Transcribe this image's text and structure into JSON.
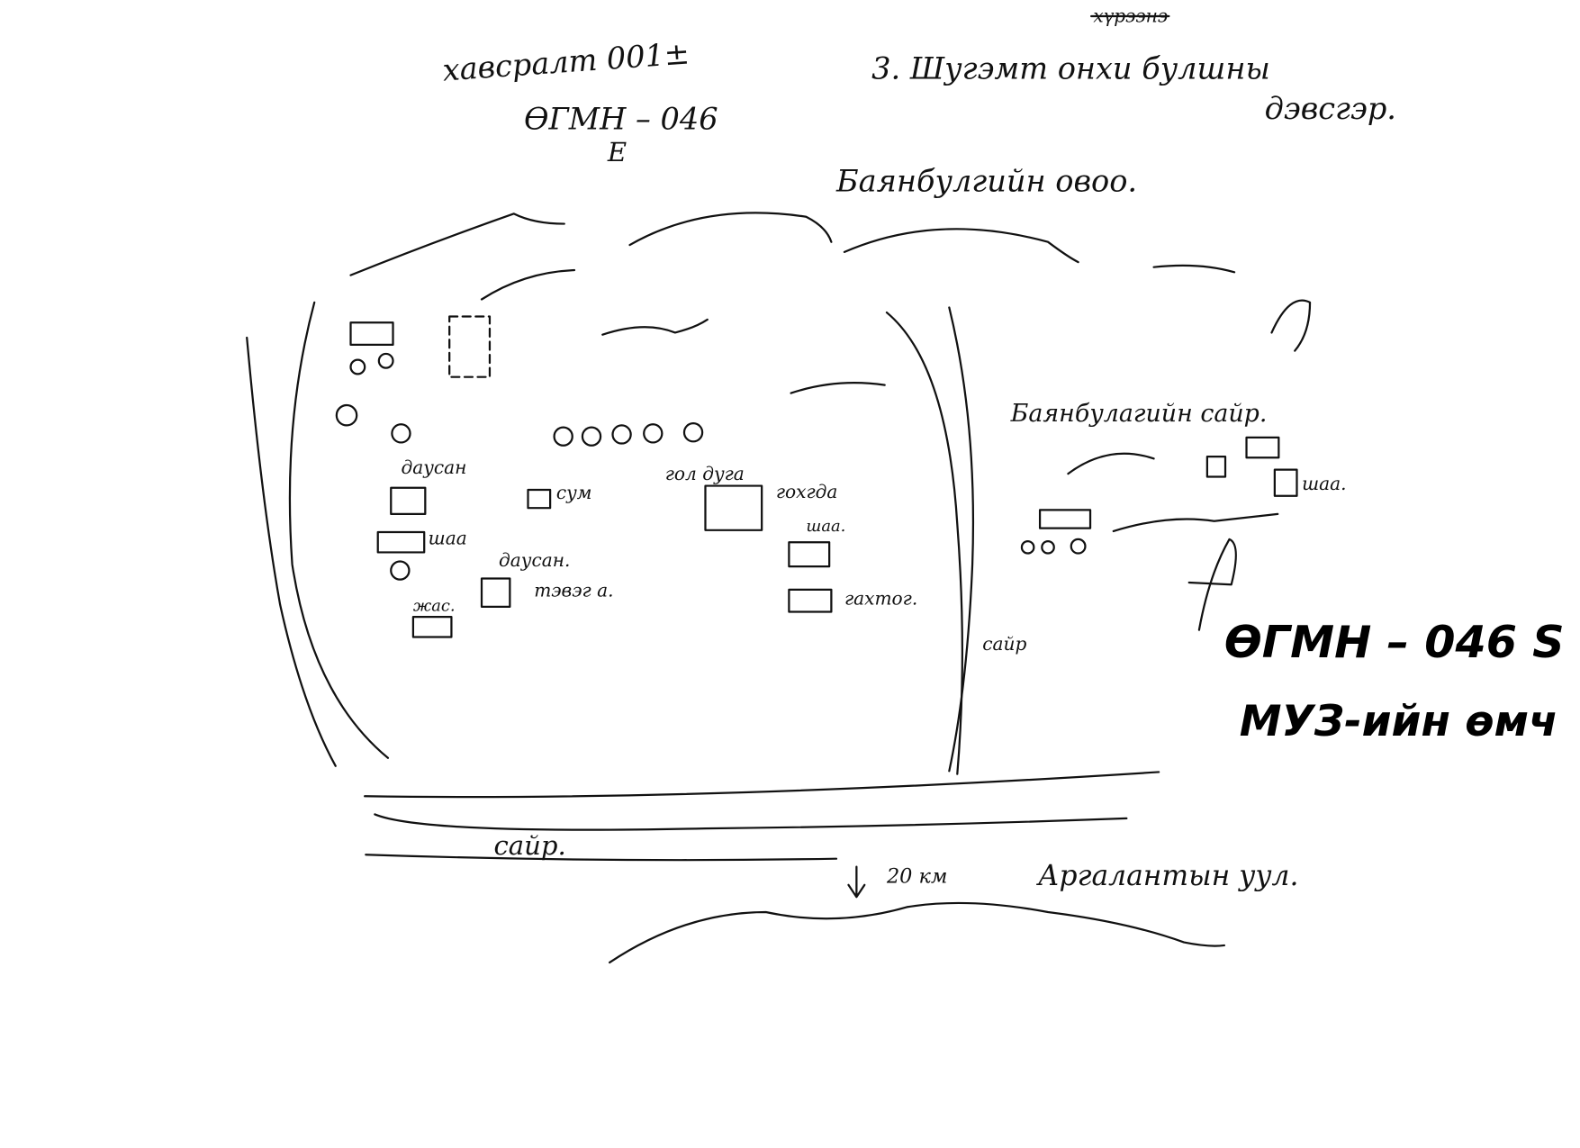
{
  "header": {
    "annex": "хавсралт 001±",
    "site_code": "ӨГМН – 046",
    "letter": "E",
    "note_line1": "3. Шугэмт онхи булшны",
    "note_struck": "хүрээнэ",
    "note_line2": "дэвсгэр.",
    "mountain": "Баянбулгийн овоо."
  },
  "map_labels": {
    "dry_river_right": "Баянбулагийн сайр.",
    "label_dausan_1": "даусан",
    "label_sum": "сум",
    "label_gol_duga": "гол дуга",
    "label_gokhgda": "гохгда",
    "label_shaa_1": "шаа",
    "label_dausan_2": "даусан.",
    "label_zhas": "жас.",
    "label_tevag": "тэвэг а.",
    "label_shaa_2": "шаа.",
    "label_gakhtog": "гахтог.",
    "label_shaa_3": "шаа.",
    "dry_river_mid": "сайр",
    "dry_river_bottom": "сайр.",
    "distance": "20 км",
    "mountain_south": "Аргалантын уул."
  },
  "stamp": {
    "code": "ӨГМН – 046 S",
    "owner": "МУЗ-ийн өмч"
  }
}
